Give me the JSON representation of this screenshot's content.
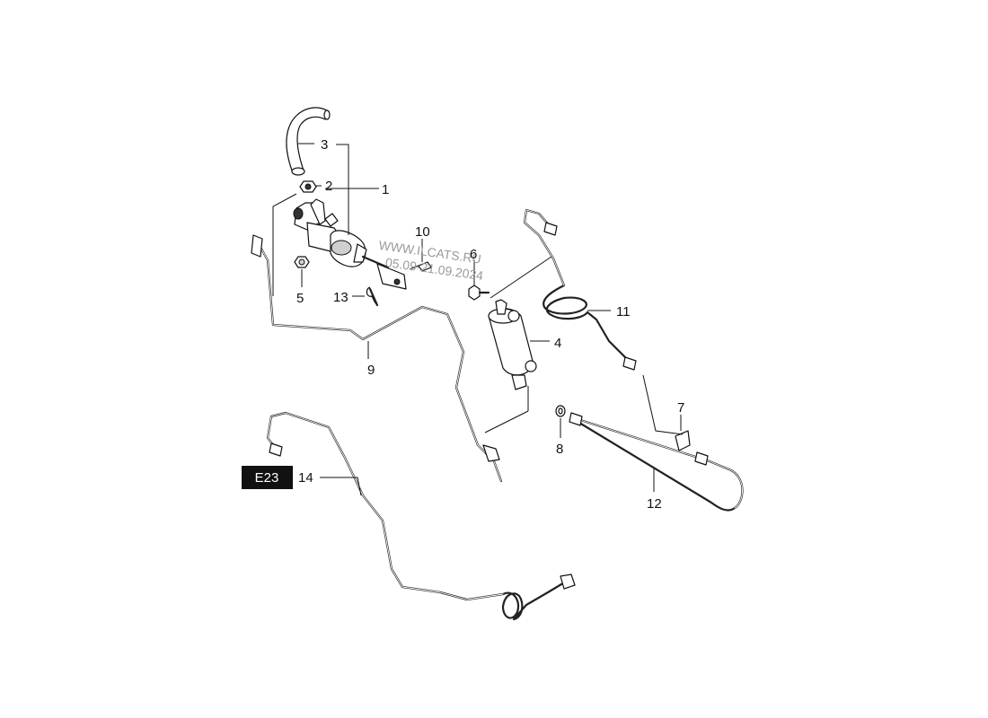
{
  "section_badge": "E23",
  "watermark": {
    "line1": "WWW.ILCATS.RU",
    "line2": "05.09-21.09.2024"
  },
  "callouts": {
    "c1": "1",
    "c2": "2",
    "c3": "3",
    "c4": "4",
    "c5": "5",
    "c6": "6",
    "c7": "7",
    "c8": "8",
    "c9": "9",
    "c10": "10",
    "c11": "11",
    "c12": "12",
    "c13": "13",
    "c14": "14"
  }
}
